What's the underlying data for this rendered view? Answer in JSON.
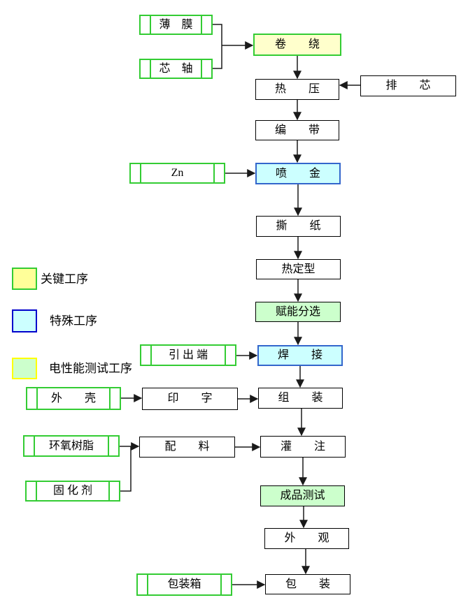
{
  "diagram": {
    "type": "flowchart",
    "language": "zh-CN",
    "nodes": {
      "film": {
        "label": "薄　膜",
        "kind": "input"
      },
      "core_shaft": {
        "label": "芯　轴",
        "kind": "input"
      },
      "winding": {
        "label": "卷　　绕",
        "kind": "key-process"
      },
      "hot_press": {
        "label": "热　　压",
        "kind": "process"
      },
      "core_arrange": {
        "label": "排　　芯",
        "kind": "process"
      },
      "taping": {
        "label": "编　　带",
        "kind": "process"
      },
      "zn": {
        "label": "Zn",
        "kind": "input"
      },
      "metal_spray": {
        "label": "喷　　金",
        "kind": "special-process"
      },
      "paper_tear": {
        "label": "撕　　纸",
        "kind": "process"
      },
      "heat_setting": {
        "label": "热定型",
        "kind": "process"
      },
      "energize_sorting": {
        "label": "赋能分选",
        "kind": "electrical-test"
      },
      "lead_terminal": {
        "label": "引 出 端",
        "kind": "input"
      },
      "welding": {
        "label": "焊　　接",
        "kind": "special-process"
      },
      "shell": {
        "label": "外　　壳",
        "kind": "input"
      },
      "printing": {
        "label": "印　　字",
        "kind": "process"
      },
      "assembly": {
        "label": "组　　装",
        "kind": "process"
      },
      "epoxy_resin": {
        "label": "环氧树脂",
        "kind": "input"
      },
      "curing_agent": {
        "label": "固 化 剂",
        "kind": "input"
      },
      "batching": {
        "label": "配　　料",
        "kind": "process"
      },
      "potting": {
        "label": "灌　　注",
        "kind": "process"
      },
      "final_test": {
        "label": "成品测试",
        "kind": "electrical-test"
      },
      "appearance": {
        "label": "外　　观",
        "kind": "process"
      },
      "packing_box": {
        "label": "包装箱",
        "kind": "input"
      },
      "packing": {
        "label": "包　　装",
        "kind": "process"
      }
    },
    "edges": [
      {
        "from": "薄膜",
        "to": "卷绕"
      },
      {
        "from": "芯轴",
        "to": "卷绕"
      },
      {
        "from": "卷绕",
        "to": "热压"
      },
      {
        "from": "排芯",
        "to": "热压"
      },
      {
        "from": "热压",
        "to": "编带"
      },
      {
        "from": "编带",
        "to": "喷金"
      },
      {
        "from": "Zn",
        "to": "喷金"
      },
      {
        "from": "喷金",
        "to": "撕纸"
      },
      {
        "from": "撕纸",
        "to": "热定型"
      },
      {
        "from": "热定型",
        "to": "赋能分选"
      },
      {
        "from": "赋能分选",
        "to": "焊接"
      },
      {
        "from": "引出端",
        "to": "焊接"
      },
      {
        "from": "焊接",
        "to": "组装"
      },
      {
        "from": "外壳",
        "to": "印字"
      },
      {
        "from": "印字",
        "to": "组装"
      },
      {
        "from": "组装",
        "to": "灌注"
      },
      {
        "from": "环氧树脂",
        "to": "配料"
      },
      {
        "from": "固化剂",
        "to": "配料"
      },
      {
        "from": "配料",
        "to": "灌注"
      },
      {
        "from": "灌注",
        "to": "成品测试"
      },
      {
        "from": "成品测试",
        "to": "外观"
      },
      {
        "from": "外观",
        "to": "包装"
      },
      {
        "from": "包装箱",
        "to": "包装"
      }
    ],
    "legend": {
      "items": [
        {
          "label": "关键工序",
          "fill": "#FFFF99",
          "border": "#33CC33"
        },
        {
          "label": "特殊工序",
          "fill": "#CCFFFF",
          "border": "#0000CC"
        },
        {
          "label": "电性能测试工序",
          "fill": "#CCFFCC",
          "border": "#FFFF00"
        }
      ]
    },
    "colors": {
      "key_process_fill": "#FFFFCC",
      "key_process_border": "#33CC33",
      "special_process_fill": "#CCFFFF",
      "special_process_border": "#3366CC",
      "electrical_test_fill": "#CCFFCC",
      "input_border": "#33CC33",
      "process_border": "#000000",
      "arrow": "#1A1A1A",
      "background": "#FFFFFF"
    }
  }
}
